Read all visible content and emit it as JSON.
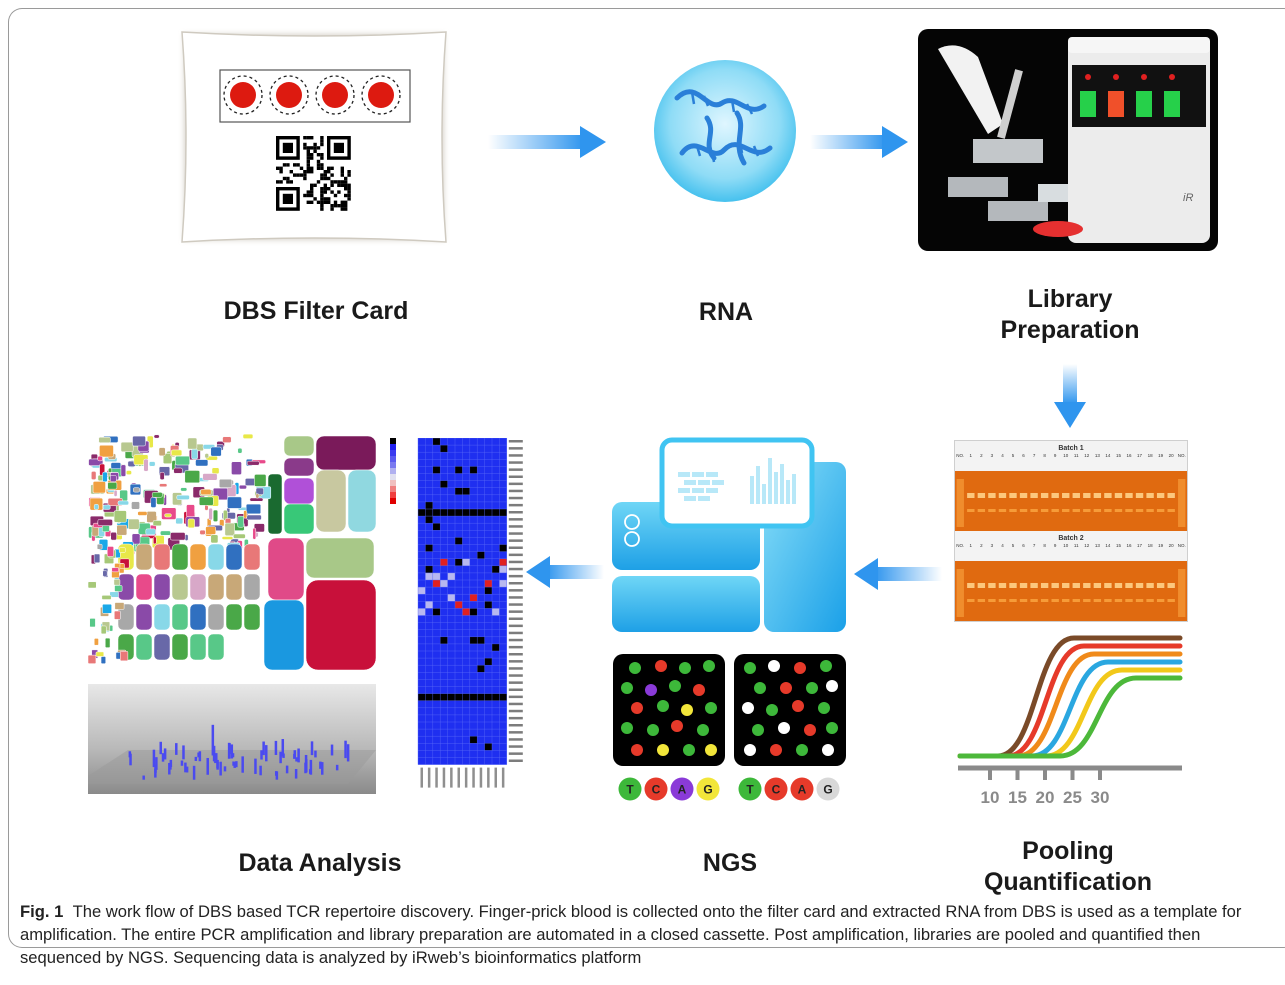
{
  "labels": {
    "dbs_card": "DBS Filter Card",
    "rna": "RNA",
    "library": [
      "Library",
      "Preparation"
    ],
    "pooling": [
      "Pooling",
      "Quantification"
    ],
    "ngs": "NGS",
    "data_analysis": "Data Analysis"
  },
  "gel": {
    "batch1_title": "Batch 1",
    "batch2_title": "Batch 2",
    "lane_numbers": [
      "NO.",
      "1",
      "2",
      "3",
      "4",
      "5",
      "6",
      "7",
      "8",
      "9",
      "10",
      "11",
      "12",
      "13",
      "14",
      "15",
      "16",
      "17",
      "18",
      "19",
      "20",
      "NO."
    ]
  },
  "qpcr": {
    "ticks": [
      "10",
      "15",
      "20",
      "25",
      "30"
    ],
    "curve_colors": [
      "#7a4a28",
      "#e63a2a",
      "#f08a1a",
      "#2aa7e0",
      "#f2c81a",
      "#4cb83a"
    ]
  },
  "ngs_bases": {
    "left": [
      "T",
      "C",
      "A",
      "G"
    ],
    "right": [
      "T",
      "C",
      "A",
      "G"
    ]
  },
  "colors": {
    "arrow": "#3aa0f0",
    "gel_orange": "#e06a10",
    "heatmap_blue": "#1f2ff0",
    "base_T": "#3db83a",
    "base_C": "#e63a2a",
    "base_A": "#8a3ad8",
    "base_G": "#f2e63a"
  },
  "caption": {
    "fig_label": "Fig. 1",
    "text": "The work flow of DBS based TCR repertoire discovery. Finger-prick blood is collected onto the filter card and extracted RNA from DBS is used as a template for amplification. The entire PCR amplification and library preparation are automated in a closed cassette. Post amplification, libraries are pooled and quantified then sequenced by NGS. Sequencing data is analyzed by iRweb’s bioinformatics platform"
  }
}
